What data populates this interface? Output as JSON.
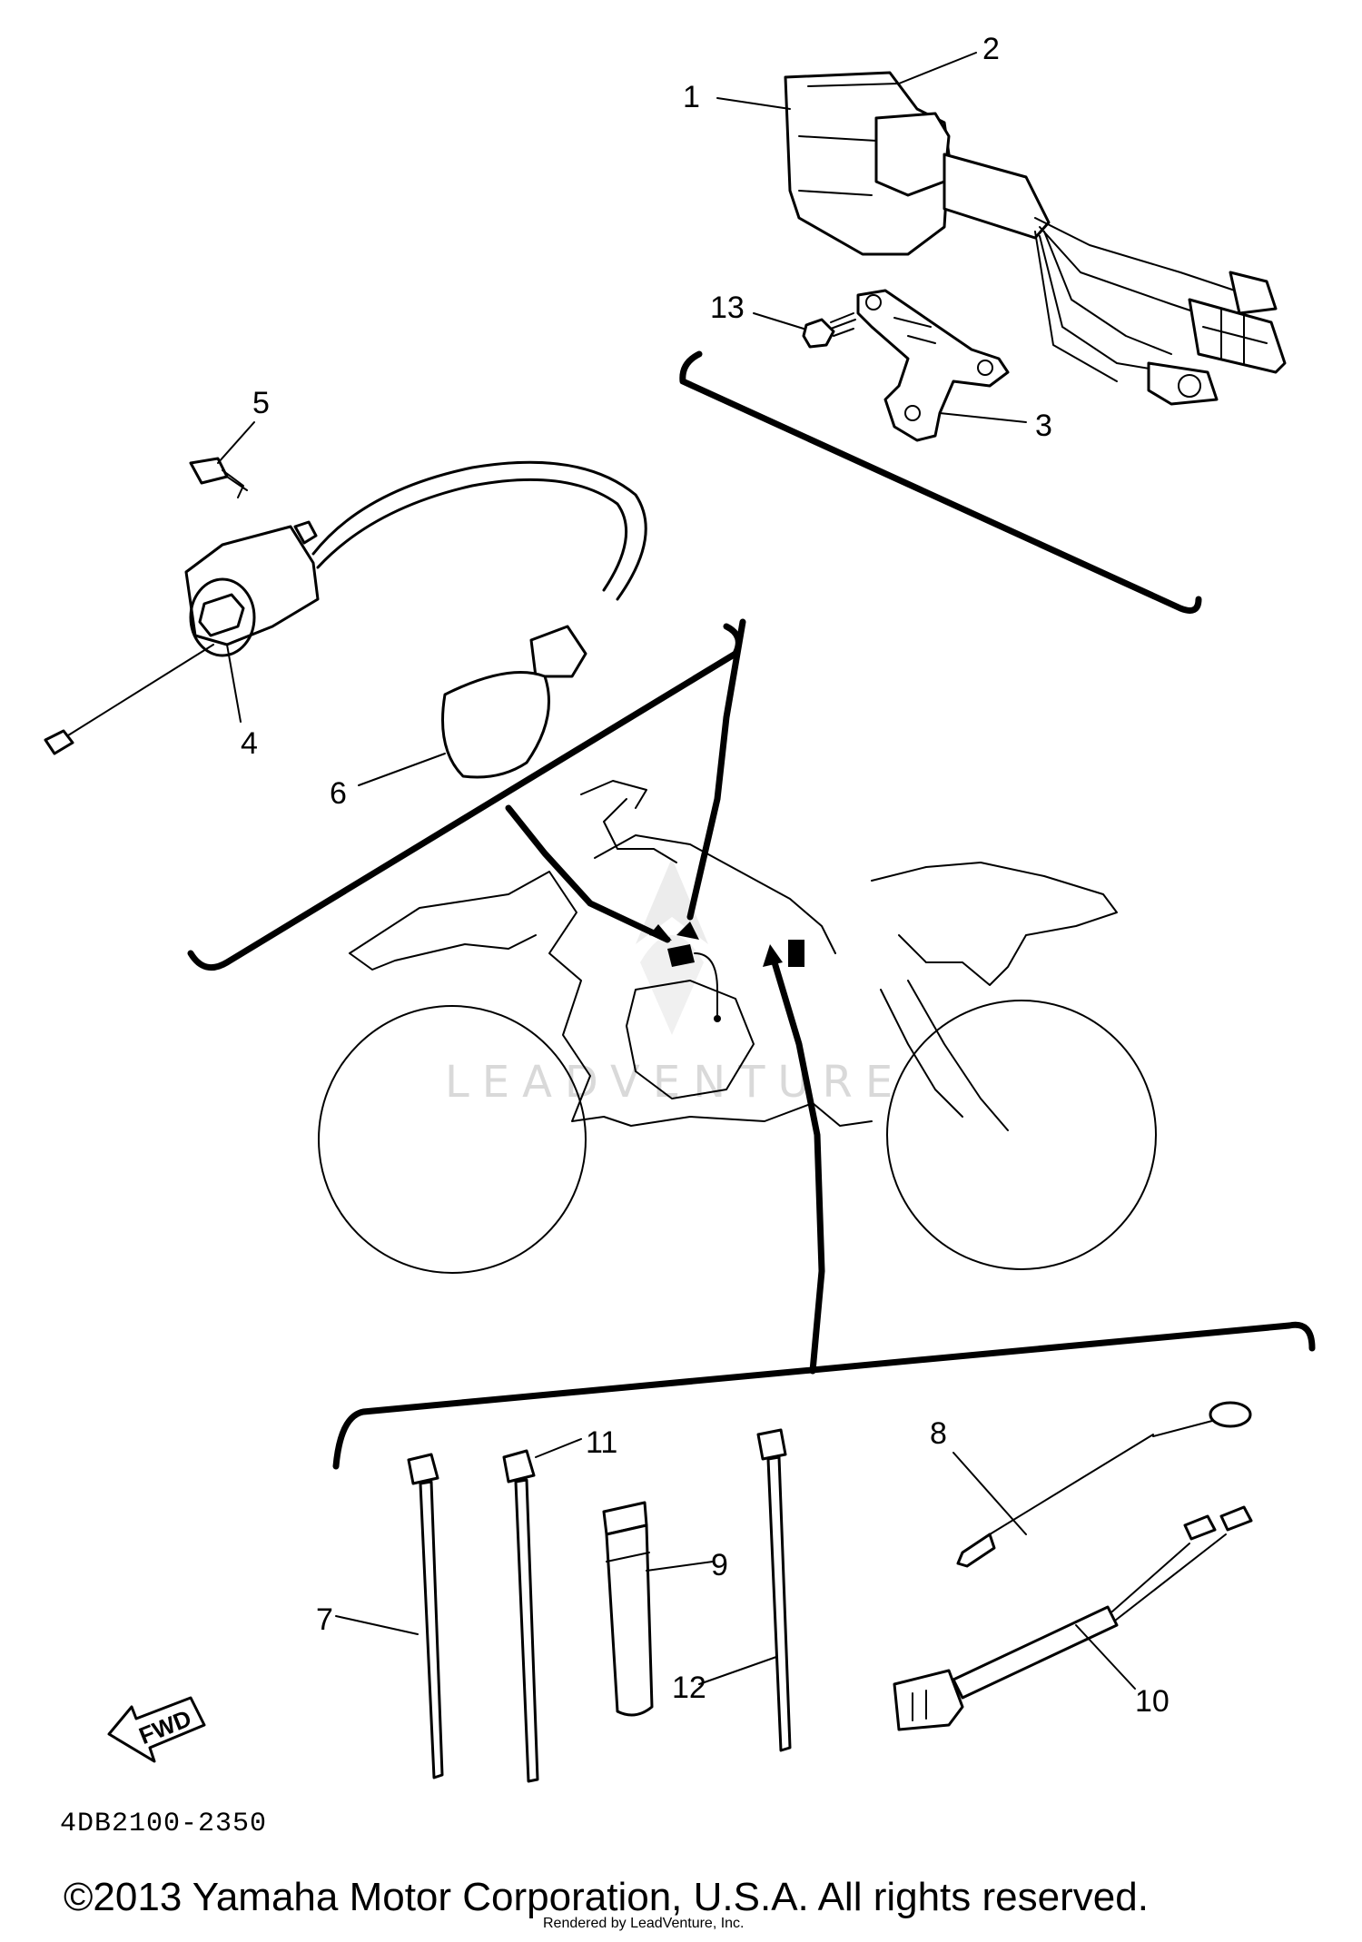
{
  "watermark": {
    "brand": "LEADVENTURE"
  },
  "diagram_code": "4DB2100-2350",
  "fwd_label": "FWD",
  "callouts": {
    "c1": "1",
    "c2": "2",
    "c3": "3",
    "c4": "4",
    "c5": "5",
    "c6": "6",
    "c7": "7",
    "c8": "8",
    "c9": "9",
    "c10": "10",
    "c11": "11",
    "c12": "12",
    "c13": "13"
  },
  "footer": {
    "copyright": "©2013 Yamaha Motor Corporation, U.S.A. All rights reserved.",
    "render_credit": "Rendered by LeadVenture, Inc."
  }
}
